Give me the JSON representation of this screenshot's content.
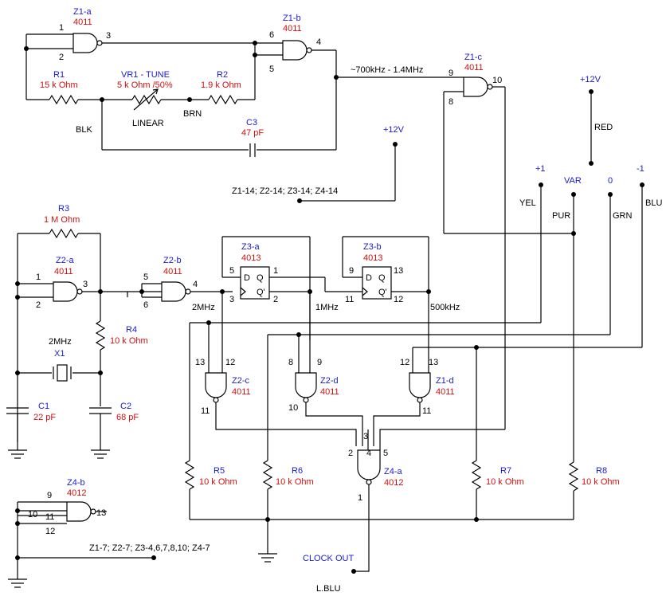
{
  "chips": {
    "z1a": {
      "name": "Z1-a",
      "type": "4011"
    },
    "z1b": {
      "name": "Z1-b",
      "type": "4011"
    },
    "z1c": {
      "name": "Z1-c",
      "type": "4011"
    },
    "z1d": {
      "name": "Z1-d",
      "type": "4011"
    },
    "z2a": {
      "name": "Z2-a",
      "type": "4011"
    },
    "z2b": {
      "name": "Z2-b",
      "type": "4011"
    },
    "z2c": {
      "name": "Z2-c",
      "type": "4011"
    },
    "z2d": {
      "name": "Z2-d",
      "type": "4011"
    },
    "z3a": {
      "name": "Z3-a",
      "type": "4013"
    },
    "z3b": {
      "name": "Z3-b",
      "type": "4013"
    },
    "z4a": {
      "name": "Z4-a",
      "type": "4012"
    },
    "z4b": {
      "name": "Z4-b",
      "type": "4012"
    }
  },
  "parts": {
    "r1": {
      "name": "R1",
      "value": "15 k Ohm"
    },
    "vr1": {
      "name": "VR1 - TUNE",
      "value": "5 k Ohm /50%"
    },
    "r2": {
      "name": "R2",
      "value": "1.9 k Ohm"
    },
    "c3": {
      "name": "C3",
      "value": "47 pF"
    },
    "r3": {
      "name": "R3",
      "value": "1 M Ohm"
    },
    "r4": {
      "name": "R4",
      "value": "10 k Ohm"
    },
    "x1": {
      "name": "X1",
      "freq": "2MHz"
    },
    "c1": {
      "name": "C1",
      "value": "22 pF"
    },
    "c2": {
      "name": "C2",
      "value": "68 pF"
    },
    "r5": {
      "name": "R5",
      "value": "10 k Ohm"
    },
    "r6": {
      "name": "R6",
      "value": "10 k Ohm"
    },
    "r7": {
      "name": "R7",
      "value": "10 k Ohm"
    },
    "r8": {
      "name": "R8",
      "value": "10 k Ohm"
    }
  },
  "labels": {
    "linear": "LINEAR",
    "blk": "BLK",
    "brn": "BRN",
    "freq_range": "~700kHz - 1.4MHz",
    "plus12_top": "+12V",
    "plus12_mid": "+12V",
    "red": "RED",
    "sw_plus1": "+1",
    "sw_var": "VAR",
    "sw_zero": "0",
    "sw_minus1": "-1",
    "yel": "YEL",
    "pur": "PUR",
    "grn": "GRN",
    "blu": "BLU",
    "power_pins": "Z1-14; Z2-14; Z3-14; Z4-14",
    "ground_pins": "Z1-7; Z2-7; Z3-4,6,7,8,10; Z4-7",
    "f2mhz": "2MHz",
    "f1mhz": "1MHz",
    "f500khz": "500kHz",
    "clock_out": "CLOCK OUT",
    "lblu": "L.BLU"
  },
  "ff": {
    "d": "D",
    "q": "Q",
    "qbar": "Q'"
  }
}
